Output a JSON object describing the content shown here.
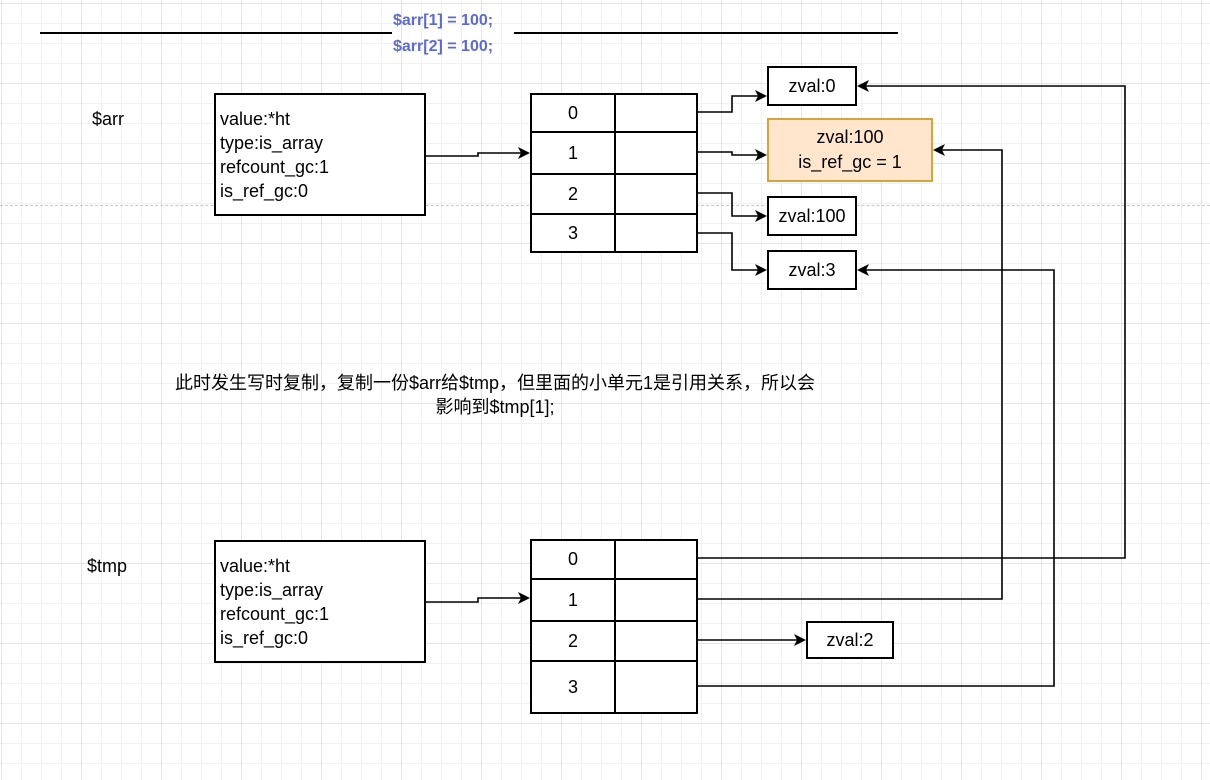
{
  "header": {
    "code_line_1": "$arr[1] = 100;",
    "code_line_2": "$arr[2] = 100;"
  },
  "arr": {
    "name": "$arr",
    "info": [
      "value:*ht",
      "type:is_array",
      "refcount_gc:1",
      "is_ref_gc:0"
    ],
    "indices": [
      "0",
      "1",
      "2",
      "3"
    ]
  },
  "tmp": {
    "name": "$tmp",
    "info": [
      "value:*ht",
      "type:is_array",
      "refcount_gc:1",
      "is_ref_gc:0"
    ],
    "indices": [
      "0",
      "1",
      "2",
      "3"
    ]
  },
  "zvals": {
    "z0": "zval:0",
    "z1_line1": "zval:100",
    "z1_line2": "is_ref_gc = 1",
    "z2": "zval:100",
    "z3": "zval:3",
    "tmp_z2": "zval:2"
  },
  "caption": {
    "line1": "此时发生写时复制，复制一份$arr给$tmp，但里面的小单元1是引用关系，所以会",
    "line2": "影响到$tmp[1];"
  },
  "colors": {
    "code": "#5b6ad6",
    "highlight_fill": "#ffe6cc",
    "highlight_border": "#d7a33a"
  }
}
